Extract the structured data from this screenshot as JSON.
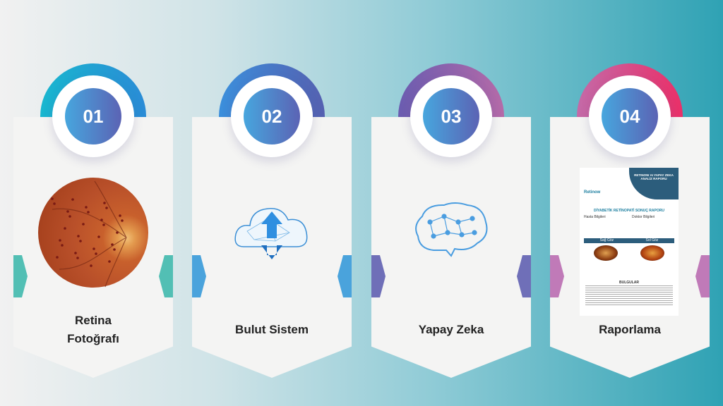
{
  "steps": [
    {
      "number": "01",
      "title_line1": "Retina",
      "title_line2": "Fotoğrafı",
      "arc_from": "#19b7cf",
      "arc_to": "#2a8bd6",
      "tab_color": "#52bfb4"
    },
    {
      "number": "02",
      "title_line1": "Bulut Sistem",
      "title_line2": "",
      "arc_from": "#3b8fdc",
      "arc_to": "#5560b0",
      "tab_color": "#4aa3dc"
    },
    {
      "number": "03",
      "title_line1": "Yapay Zeka",
      "title_line2": "",
      "arc_from": "#6a5cb0",
      "arc_to": "#b56aa8",
      "tab_color": "#6f6fb8"
    },
    {
      "number": "04",
      "title_line1": "Raporlama",
      "title_line2": "",
      "arc_from": "#c46aa8",
      "arc_to": "#ea2f68",
      "tab_color": "#c07ab8"
    }
  ],
  "report": {
    "brand": "Retinow",
    "header": "RETINOW AI YAPAY ZEKA ANALİZ RAPORU",
    "title": "DİYABETİK RETİNOPATİ SONUÇ RAPORU",
    "patient": "Hasta Bilgileri",
    "doctor": "Doktor Bilgileri",
    "right_eye": "Sağ Göz",
    "left_eye": "Sol Göz",
    "findings": "BULGULAR"
  }
}
